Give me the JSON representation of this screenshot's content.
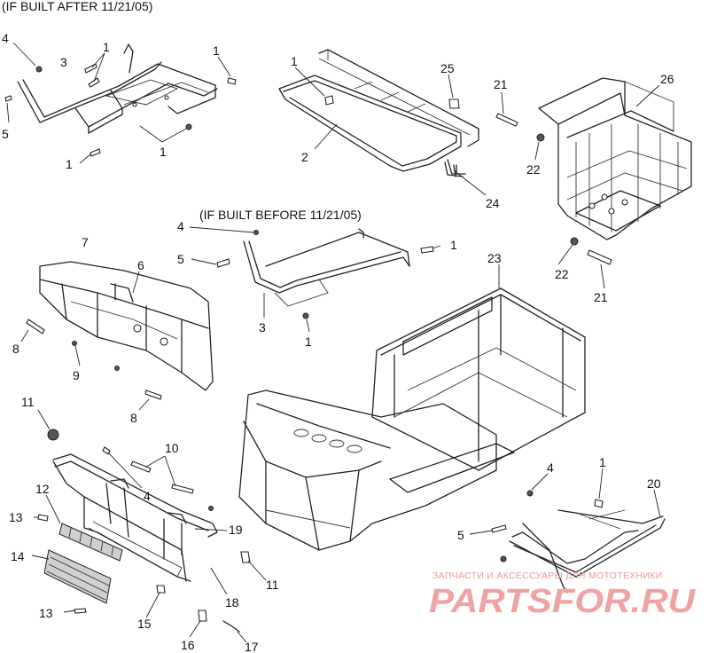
{
  "headers": {
    "after": "(IF BUILT AFTER 11/21/05)",
    "before": "(IF BUILT BEFORE 11/21/05)"
  },
  "callouts": [
    {
      "id": "c4a",
      "text": "4"
    },
    {
      "id": "c3a",
      "text": "3"
    },
    {
      "id": "c1a",
      "text": "1"
    },
    {
      "id": "c1b",
      "text": "1"
    },
    {
      "id": "c1c",
      "text": "1"
    },
    {
      "id": "c5a",
      "text": "5"
    },
    {
      "id": "c1d",
      "text": "1"
    },
    {
      "id": "c1e",
      "text": "1"
    },
    {
      "id": "c2",
      "text": "2"
    },
    {
      "id": "c25",
      "text": "25"
    },
    {
      "id": "c21a",
      "text": "21"
    },
    {
      "id": "c26",
      "text": "26"
    },
    {
      "id": "c22a",
      "text": "22"
    },
    {
      "id": "c24",
      "text": "24"
    },
    {
      "id": "c4b",
      "text": "4"
    },
    {
      "id": "c1f",
      "text": "1"
    },
    {
      "id": "c5b",
      "text": "5"
    },
    {
      "id": "c3b",
      "text": "3"
    },
    {
      "id": "c1g",
      "text": "1"
    },
    {
      "id": "c7",
      "text": "7"
    },
    {
      "id": "c6",
      "text": "6"
    },
    {
      "id": "c8a",
      "text": "8"
    },
    {
      "id": "c9",
      "text": "9"
    },
    {
      "id": "c8b",
      "text": "8"
    },
    {
      "id": "c23",
      "text": "23"
    },
    {
      "id": "c22b",
      "text": "22"
    },
    {
      "id": "c21b",
      "text": "21"
    },
    {
      "id": "c11a",
      "text": "11"
    },
    {
      "id": "c10",
      "text": "10"
    },
    {
      "id": "c4c",
      "text": "4"
    },
    {
      "id": "c12",
      "text": "12"
    },
    {
      "id": "c13a",
      "text": "13"
    },
    {
      "id": "c19",
      "text": "19"
    },
    {
      "id": "c14",
      "text": "14"
    },
    {
      "id": "c11b",
      "text": "11"
    },
    {
      "id": "c18",
      "text": "18"
    },
    {
      "id": "c15",
      "text": "15"
    },
    {
      "id": "c13b",
      "text": "13"
    },
    {
      "id": "c16",
      "text": "16"
    },
    {
      "id": "c17",
      "text": "17"
    },
    {
      "id": "c4d",
      "text": "4"
    },
    {
      "id": "c1h",
      "text": "1"
    },
    {
      "id": "c20",
      "text": "20"
    },
    {
      "id": "c5c",
      "text": "5"
    }
  ],
  "watermark": {
    "line1": "ЗАПЧАСТИ И АКСЕССУАРЫ ДЛЯ МОТОТЕХНИКИ",
    "line2": "PARTSFOR.RU",
    "color": "#f0a3a3"
  }
}
